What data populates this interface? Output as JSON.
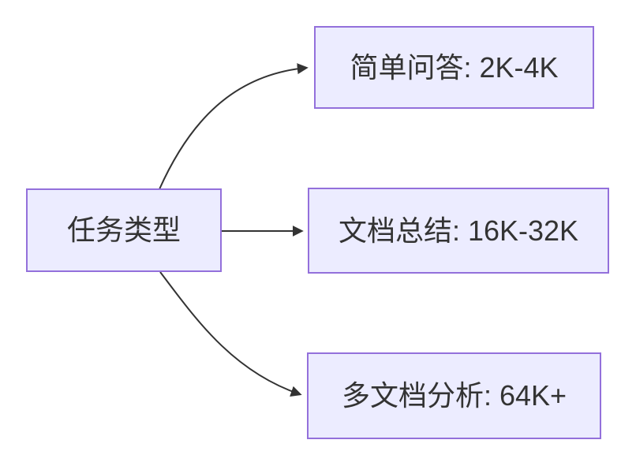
{
  "diagram": {
    "type": "flowchart-LR",
    "colors": {
      "background": "#ffffff",
      "node_fill": "#ECECFF",
      "node_border": "#9370DB",
      "text_color": "#333333",
      "edge_color": "#333333"
    },
    "root": {
      "label": "任务类型"
    },
    "branches": [
      {
        "label": "简单问答: 2K-4K"
      },
      {
        "label": "文档总结: 16K-32K"
      },
      {
        "label": "多文档分析: 64K+"
      }
    ],
    "edges": [
      {
        "from": "任务类型",
        "to": "简单问答: 2K-4K"
      },
      {
        "from": "任务类型",
        "to": "文档总结: 16K-32K"
      },
      {
        "from": "任务类型",
        "to": "多文档分析: 64K+"
      }
    ]
  }
}
